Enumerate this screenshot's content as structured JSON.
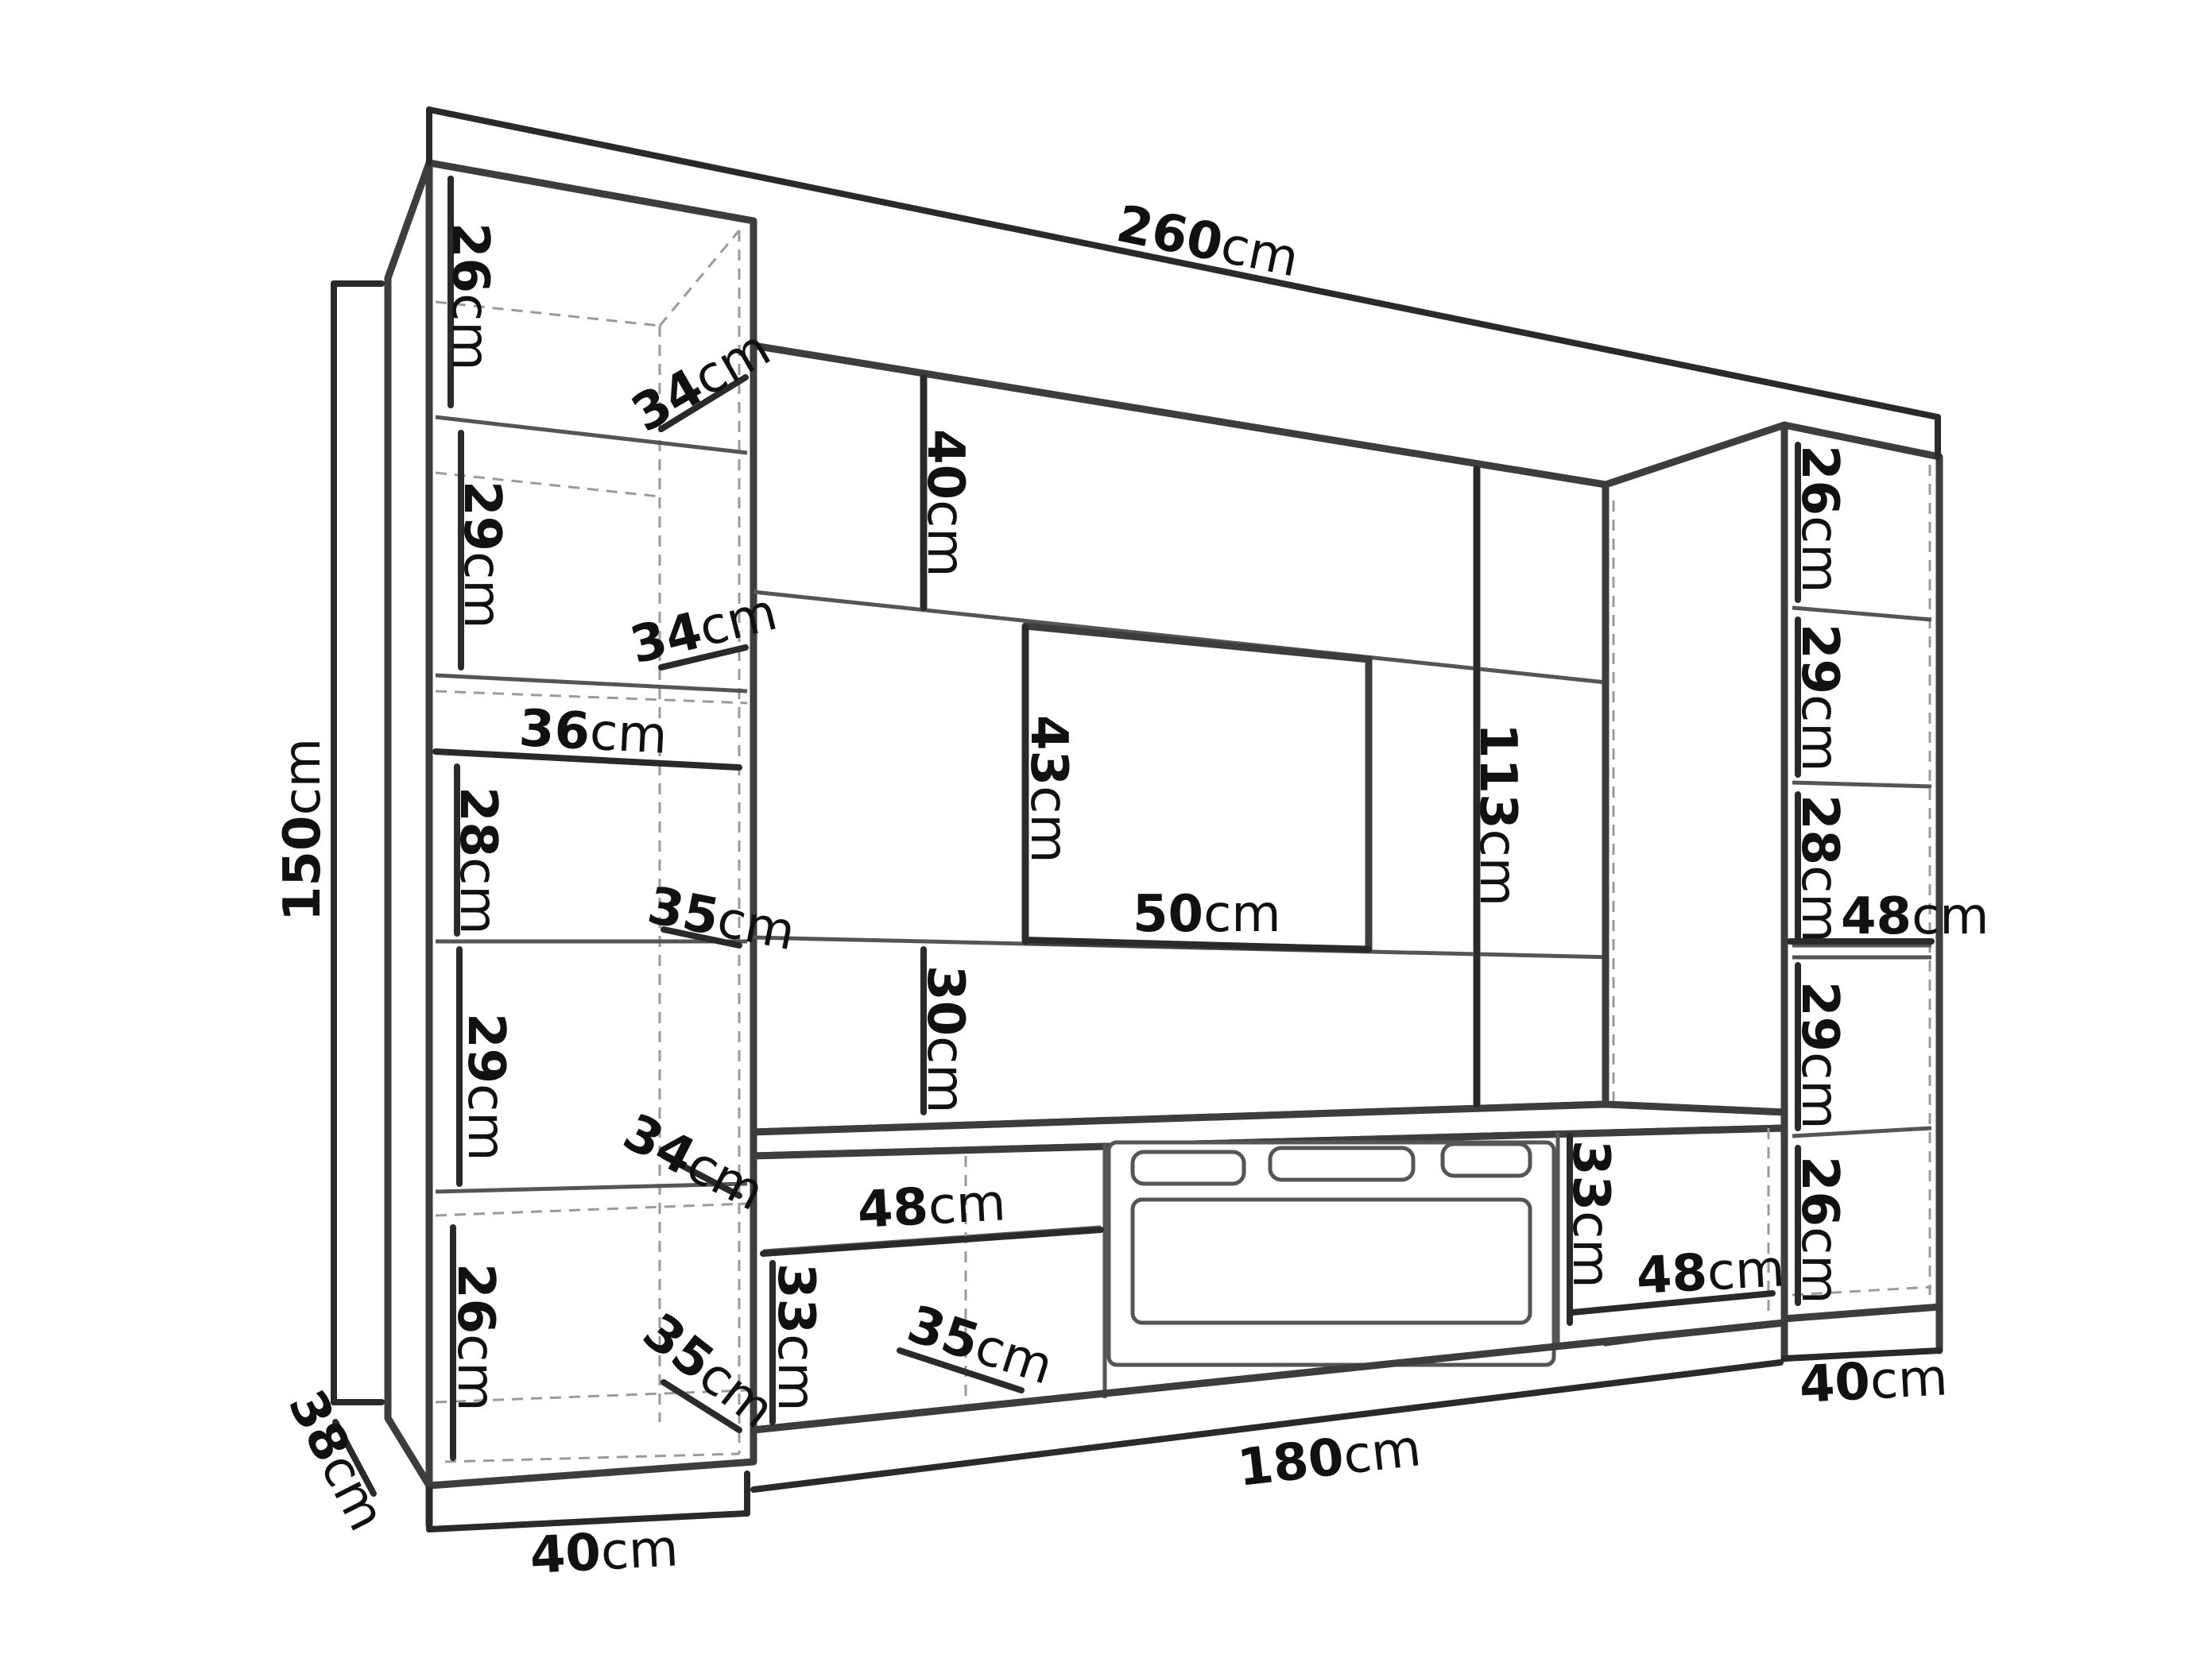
{
  "labels": {
    "w_total": {
      "num": "260",
      "unit": "cm"
    },
    "h_total": {
      "num": "150",
      "unit": "cm"
    },
    "d_side": {
      "num": "38",
      "unit": "cm"
    },
    "w_left": {
      "num": "40",
      "unit": "cm"
    },
    "w_center": {
      "num": "180",
      "unit": "cm"
    },
    "w_right": {
      "num": "40",
      "unit": "cm"
    },
    "l_shelf1_h": {
      "num": "26",
      "unit": "cm"
    },
    "l_shelf1_d": {
      "num": "34",
      "unit": "cm"
    },
    "l_shelf2_h": {
      "num": "29",
      "unit": "cm"
    },
    "l_shelf2_d": {
      "num": "34",
      "unit": "cm"
    },
    "l_shelf_w": {
      "num": "36",
      "unit": "cm"
    },
    "l_shelf3_h": {
      "num": "28",
      "unit": "cm"
    },
    "l_shelf3_d": {
      "num": "35",
      "unit": "cm"
    },
    "l_shelf4_h": {
      "num": "29",
      "unit": "cm"
    },
    "l_shelf4_d": {
      "num": "34",
      "unit": "cm"
    },
    "l_shelf5_h": {
      "num": "26",
      "unit": "cm"
    },
    "l_shelf5_d": {
      "num": "35",
      "unit": "cm"
    },
    "c_upper_h": {
      "num": "40",
      "unit": "cm"
    },
    "tv_h": {
      "num": "43",
      "unit": "cm"
    },
    "tv_w": {
      "num": "50",
      "unit": "cm"
    },
    "c_tall_h": {
      "num": "113",
      "unit": "cm"
    },
    "c_lower_h": {
      "num": "30",
      "unit": "cm"
    },
    "lc_w": {
      "num": "48",
      "unit": "cm"
    },
    "lc_h": {
      "num": "33",
      "unit": "cm"
    },
    "lc_d": {
      "num": "35",
      "unit": "cm"
    },
    "rc_h": {
      "num": "33",
      "unit": "cm"
    },
    "rc_w": {
      "num": "48",
      "unit": "cm"
    },
    "r_shelf1_h": {
      "num": "26",
      "unit": "cm"
    },
    "r_shelf2_h": {
      "num": "29",
      "unit": "cm"
    },
    "r_shelf3_h": {
      "num": "28",
      "unit": "cm"
    },
    "r_shelf_w": {
      "num": "48",
      "unit": "cm"
    },
    "r_shelf4_h": {
      "num": "29",
      "unit": "cm"
    },
    "r_shelf5_h": {
      "num": "26",
      "unit": "cm"
    }
  }
}
